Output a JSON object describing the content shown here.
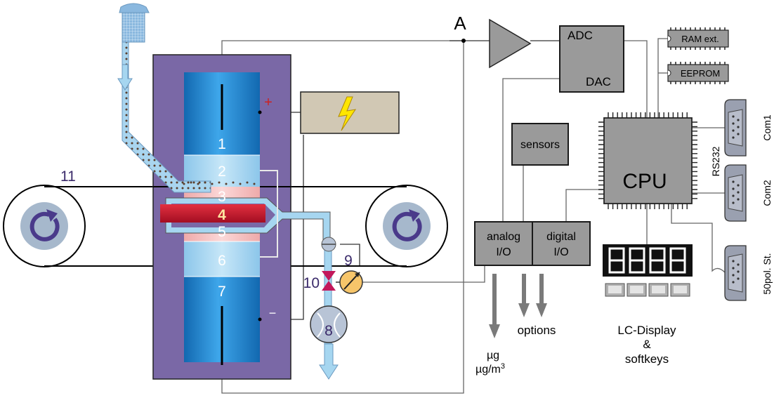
{
  "labels": {
    "node_a": "A",
    "adc": "ADC",
    "dac": "DAC",
    "ram": "RAM ext.",
    "eeprom": "EEPROM",
    "cpu": "CPU",
    "rs232": "RS232",
    "com1": "Com1",
    "com2": "Com2",
    "st50": "50pol. St.",
    "sensors": "sensors",
    "analog_1": "analog",
    "analog_2": "I/O",
    "digital_1": "digital",
    "digital_2": "I/O",
    "options": "options",
    "unit_1": "µg",
    "unit_2": "µg/m",
    "unit_2_sup": "3",
    "lcd_1": "LC-Display",
    "lcd_2": "&",
    "lcd_3": "softkeys",
    "plus": "+",
    "minus": "−"
  },
  "segment_numbers": [
    "1",
    "2",
    "3",
    "4",
    "5",
    "6",
    "7"
  ],
  "part_numbers": {
    "pump": "8",
    "meter": "9",
    "valve": "10",
    "tape": "11"
  },
  "colors": {
    "housing": "#7a68a6",
    "electrode_blue": "#1f8fd9",
    "segment_light": "#a9d8f2",
    "segment_pink": "#f6c4c4",
    "heater_red": "#cc1a30",
    "box_gray": "#9a9a9a",
    "hv_box": "#d1c8b4",
    "lightning": "#ffe600",
    "valve": "#c2185b",
    "meter": "#f6c56a",
    "lcd_digit": "#ffffff",
    "label_purple": "#4a3a7a"
  }
}
